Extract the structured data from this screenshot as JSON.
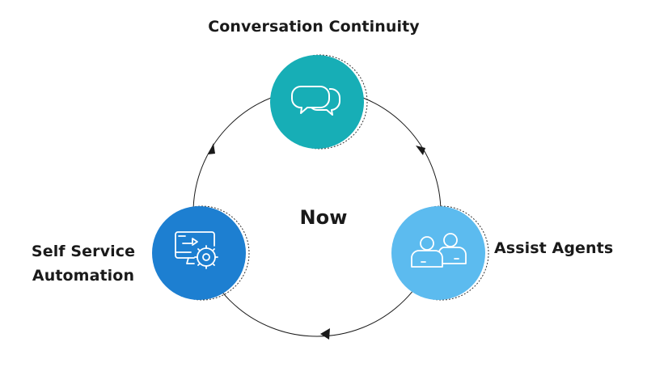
{
  "diagram": {
    "center_label": "Now",
    "nodes": [
      {
        "id": "conversation",
        "label": "Conversation Continuity",
        "icon": "chat-bubbles-icon",
        "color": "#17aeb6"
      },
      {
        "id": "assist",
        "label": "Assist Agents",
        "icon": "agents-icon",
        "color": "#5cbbef"
      },
      {
        "id": "selfservice",
        "label_lines": [
          "Self Service",
          "Automation"
        ],
        "icon": "monitor-gear-icon",
        "color": "#1d7fd1"
      }
    ],
    "cycle_color": "#1a1a1a"
  }
}
